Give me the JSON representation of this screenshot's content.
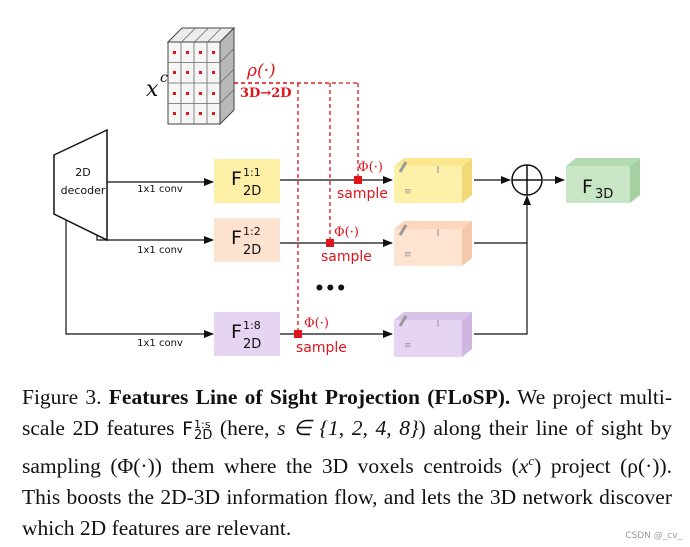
{
  "figure": {
    "xc_label": "xc",
    "rho_label": "ρ(·)",
    "projection_label": "3D→2D",
    "decoder_label_top": "2D",
    "decoder_label_bottom": "decoder",
    "conv_label": "1x1 conv",
    "phi_label": "Φ(·)",
    "sample_label": "sample",
    "ellipsis": "•••",
    "feature_base": "F",
    "feature_sub": "2D",
    "feature_scales": [
      "1:1",
      "1:2",
      "1:8"
    ],
    "output_base": "F",
    "output_sub": "3D",
    "plus_symbol": "⊕",
    "colors": {
      "scale_1_1": "#fdefa6",
      "scale_1_2": "#fde2cf",
      "scale_1_8": "#e6d5f2",
      "output": "#c8e6c5",
      "accent_red": "#e0141c"
    }
  },
  "caption": {
    "prefix": "Figure 3. ",
    "title": "Features Line of Sight Projection (FLoSP).",
    "part1": " We project multi-scale 2D features ",
    "feature_symbol": "F",
    "feature_sup": "1:s",
    "feature_sub": "2D",
    "part2": " (here, ",
    "set_expr": "s ∈ {1, 2, 4, 8}",
    "part3": ") along their line of sight by sampling (Φ(·)) them where the 3D voxels centroids (",
    "xc": "xc",
    "part4": ") project (ρ(·)). This boosts the 2D-3D information flow, and lets the 3D network discover which 2D features are relevant."
  },
  "watermark": "CSDN @_cv_"
}
